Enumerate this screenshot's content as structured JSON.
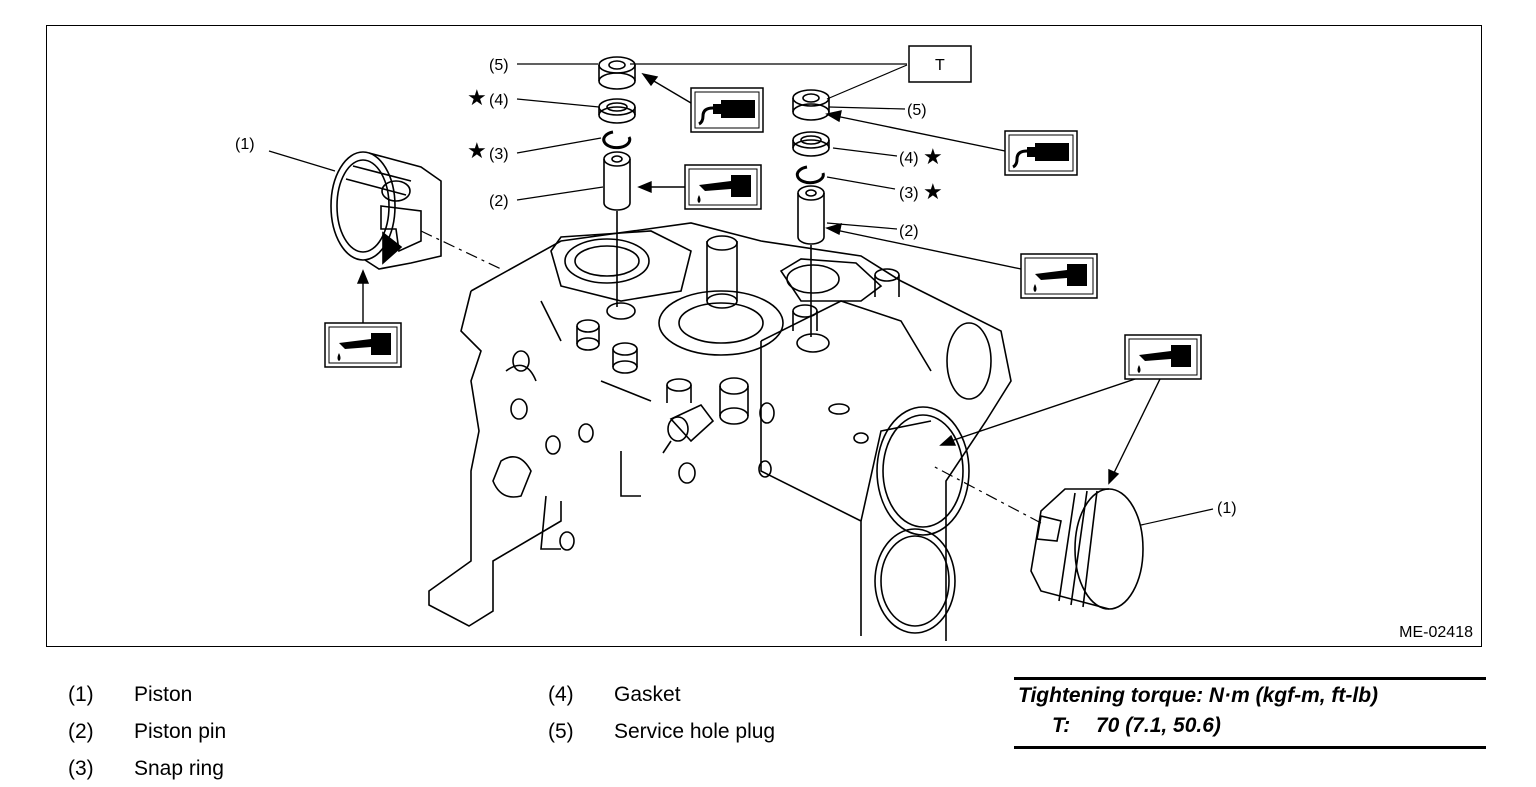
{
  "figure": {
    "id": "ME-02418",
    "callouts": {
      "piston_left": "(1)",
      "piston_right": "(1)",
      "pin_left": "(2)",
      "pin_right": "(2)",
      "snap_left": "(3)",
      "snap_right": "(3)",
      "gasket_left": "(4)",
      "gasket_right": "(4)",
      "plug_left": "(5)",
      "plug_right": "(5)",
      "torque_ref": "T",
      "replace_mark": "★"
    },
    "icons": [
      "sealant-icon",
      "oil-can-icon"
    ]
  },
  "legend": {
    "col1": [
      {
        "num": "(1)",
        "text": "Piston"
      },
      {
        "num": "(2)",
        "text": "Piston pin"
      },
      {
        "num": "(3)",
        "text": "Snap ring"
      }
    ],
    "col2": [
      {
        "num": "(4)",
        "text": "Gasket"
      },
      {
        "num": "(5)",
        "text": "Service hole plug"
      }
    ]
  },
  "torque": {
    "heading": "Tightening torque: N·m (kgf-m, ft-lb)",
    "key": "T:",
    "value": "70 (7.1, 50.6)"
  }
}
